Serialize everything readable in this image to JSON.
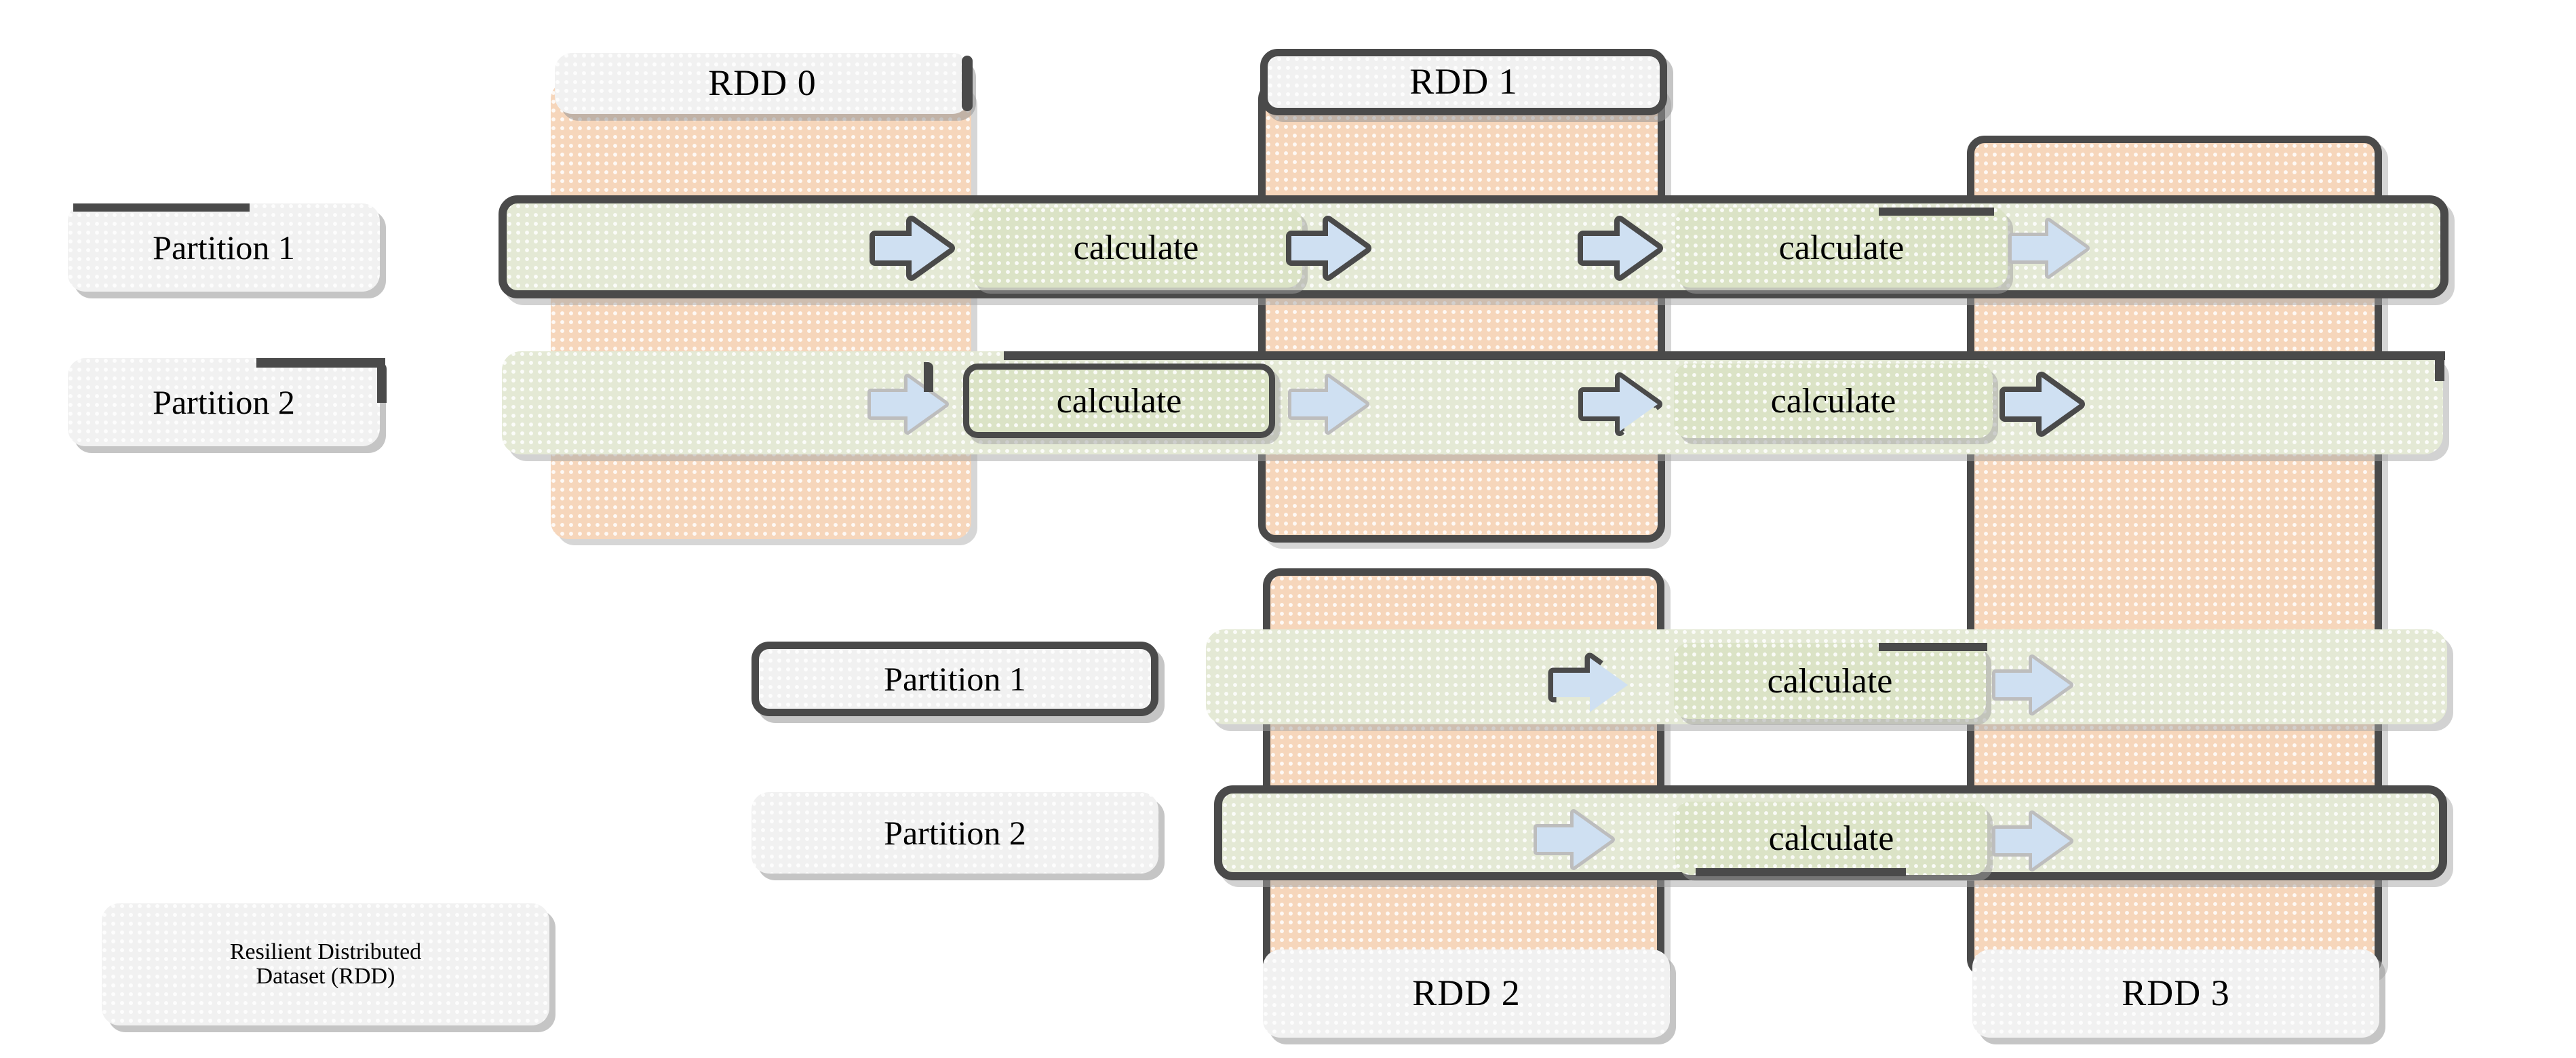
{
  "diagram": {
    "title": "Spark RDD lineage with partitions and calculate stages",
    "colors": {
      "rdd_column": "#f6d6bb",
      "partition_lane": "#e4e9d5",
      "calculate_pill": "#dbe3c6",
      "arrow_fill": "#cfe0f2",
      "outline": "#4a4a4a",
      "label_box": "#f1f1f1",
      "shadow": "#a5a5a5"
    },
    "rdd_labels": [
      {
        "id": "rdd0",
        "text": "RDD 0"
      },
      {
        "id": "rdd1",
        "text": "RDD 1"
      },
      {
        "id": "rdd2",
        "text": "RDD 2"
      },
      {
        "id": "rdd3",
        "text": "RDD  3"
      }
    ],
    "top_group": {
      "partitions": [
        {
          "id": "top-p1",
          "text": "Partition 1"
        },
        {
          "id": "top-p2",
          "text": "Partition 2"
        }
      ],
      "operations": [
        {
          "row": "top-p1",
          "text": "calculate"
        },
        {
          "row": "top-p1",
          "text": "calculate"
        },
        {
          "row": "top-p2",
          "text": "calculate"
        },
        {
          "row": "top-p2",
          "text": "calculate"
        }
      ]
    },
    "bottom_group": {
      "partitions": [
        {
          "id": "bot-p1",
          "text": "Partition 1"
        },
        {
          "id": "bot-p2",
          "text": "Partition 2"
        }
      ],
      "operations": [
        {
          "row": "bot-p1",
          "text": "calculate"
        },
        {
          "row": "bot-p2",
          "text": "calculate"
        }
      ]
    },
    "legend": {
      "line1": "Resilient Distributed",
      "line2": "Dataset (RDD)"
    },
    "icons": {
      "arrow": "right-block-arrow-icon"
    }
  }
}
